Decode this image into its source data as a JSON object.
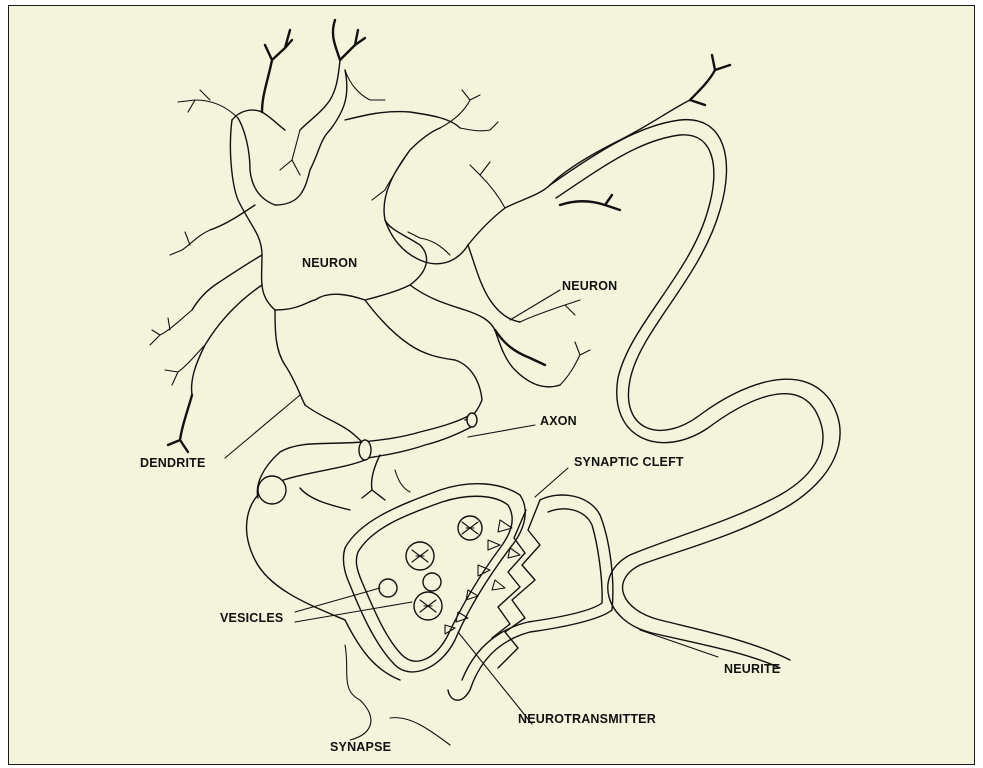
{
  "labels": {
    "neuron_left": "NEURON",
    "neuron_right": "NEURON",
    "axon": "AXON",
    "dendrite": "DENDRITE",
    "synaptic_cleft": "SYNAPTIC CLEFT",
    "vesicles": "VESICLES",
    "neurite": "NEURITE",
    "neurotransmitter": "NEUROTRANSMITTER",
    "synapse": "SYNAPSE"
  },
  "colors": {
    "background": "#f4f4dc",
    "ink": "#111111"
  }
}
